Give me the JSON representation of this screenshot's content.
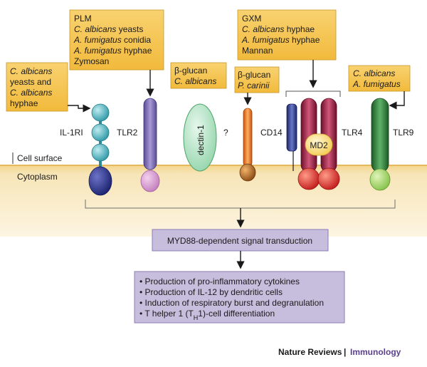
{
  "membrane": {
    "surface_label": "Cell surface",
    "cytoplasm_label": "Cytoplasm"
  },
  "receptors": {
    "il1ri": "IL-1RI",
    "tlr2": "TLR2",
    "dectin1": "dectin-1",
    "unknown": "?",
    "cd14": "CD14",
    "md2": "MD2",
    "tlr4": "TLR4",
    "tlr9": "TLR9"
  },
  "ligand_boxes": {
    "il1ri": [
      "C. albicans",
      "yeasts and",
      "C. albicans",
      "hyphae"
    ],
    "tlr2": [
      "PLM",
      "C. albicans yeasts",
      "A. fumigatus conidia",
      "A. fumigatus hyphae",
      "Zymosan"
    ],
    "dectin1": [
      "β-glucan",
      "C. albicans"
    ],
    "unknown": [
      "β-glucan",
      "P. carinii"
    ],
    "tlr4": [
      "GXM",
      "C. albicans hyphae",
      "A. fumigatus hyphae",
      "Mannan"
    ],
    "tlr9": [
      "C. albicans",
      "A. fumigatus"
    ]
  },
  "signal": {
    "label": "MYD88-dependent signal transduction"
  },
  "outcomes": [
    "• Production of pro-inflammatory cytokines",
    "• Production of IL-12 by dendritic cells",
    "• Induction of respiratory burst and degranulation",
    "• T helper 1 (TH1)-cell differentiation"
  ],
  "footer": {
    "journal": "Nature Reviews",
    "separator": "|",
    "section": "Immunology"
  },
  "colors": {
    "ligand_box": "#f6c64f",
    "cytoplasm": "#f6e3b3",
    "purple_box": "#c7bddc",
    "purple_border": "#8d7cb5",
    "accent": "#5b3f8f"
  }
}
